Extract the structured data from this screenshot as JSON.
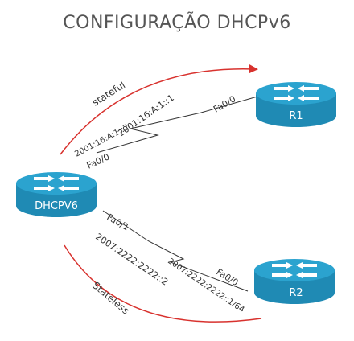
{
  "title": "CONFIGURAÇÃO DHCPv6",
  "colors": {
    "router_body": "#1f8ab4",
    "router_top": "#2ba3cf",
    "router_arrows": "#ffffff",
    "arc": "#d8322e",
    "line": "#333333"
  },
  "nodes": {
    "r1": {
      "label": "R1",
      "icon": "router-icon"
    },
    "r2": {
      "label": "R2",
      "icon": "router-icon"
    },
    "dhcp": {
      "label": "DHCPV6",
      "icon": "router-icon"
    }
  },
  "links": {
    "top": {
      "stateful": "stateful",
      "r1_intf": "Fa0/0",
      "r1_addr": "2001:16:A:1::1",
      "dhcp_intf": "Fa0/0",
      "dhcp_addr": "2001:16:A:1::2"
    },
    "bottom": {
      "stateless": "Stateless",
      "dhcp_intf": "Fa0/1",
      "dhcp_addr": "2007:2222:2222::2",
      "r2_intf": "Fa0/0",
      "r2_addr": "2007:2222:2222::1/64"
    }
  }
}
